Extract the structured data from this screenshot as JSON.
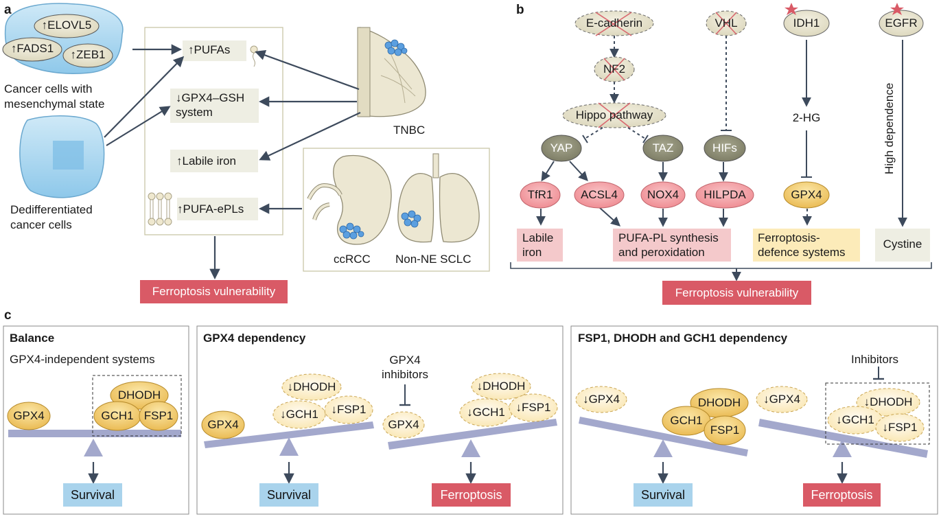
{
  "panels": {
    "a": "a",
    "b": "b",
    "c": "c"
  },
  "panel_a": {
    "mesenchymal_genes": [
      "↑ELOVL5",
      "↑FADS1",
      "↑ZEB1"
    ],
    "mesenchymal_label": [
      "Cancer cells with",
      "mesenchymal state"
    ],
    "dediff_label": [
      "Dedifferentiated",
      "cancer cells"
    ],
    "features": {
      "pufas": "↑PUFAs",
      "gpx4_gsh": [
        "↓GPX4–GSH",
        "system"
      ],
      "labile_iron": "↑Labile iron",
      "pufa_epls": "↑PUFA-ePLs"
    },
    "tnbc": "TNBC",
    "ccrcc": "ccRCC",
    "sclc": "Non-NE SCLC",
    "outcome": "Ferroptosis vulnerability"
  },
  "panel_b": {
    "ecadherin": "E-cadherin",
    "nf2": "NF2",
    "hippo": "Hippo pathway",
    "vhl": "VHL",
    "idh1": "IDH1",
    "egfr": "EGFR",
    "yap": "YAP",
    "taz": "TAZ",
    "hifs": "HIFs",
    "hg2": "2-HG",
    "high_dependence": "High dependence",
    "tfr1": "TfR1",
    "acsl4": "ACSL4",
    "nox4": "NOX4",
    "hilpda": "HILPDA",
    "gpx4": "GPX4",
    "labile_iron": [
      "Labile",
      "iron"
    ],
    "pufa_pl": [
      "PUFA-PL synthesis",
      "and peroxidation"
    ],
    "defence": [
      "Ferroptosis-",
      "defence systems"
    ],
    "cystine": "Cystine",
    "outcome": "Ferroptosis vulnerability"
  },
  "panel_c": {
    "balance": {
      "title": "Balance",
      "subtitle": "GPX4-independent systems",
      "gpx4": "GPX4",
      "dhodh": "DHODH",
      "gch1": "GCH1",
      "fsp1": "FSP1",
      "outcome": "Survival"
    },
    "gpx4_dep": {
      "title": "GPX4 dependency",
      "gpx4": "GPX4",
      "dhodh": "↓DHODH",
      "gch1": "↓GCH1",
      "fsp1": "↓FSP1",
      "outcome1": "Survival",
      "inhibitors": [
        "GPX4",
        "inhibitors"
      ],
      "gpx4_inhibited": "GPX4",
      "dhodh2": "↓DHODH",
      "gch1_2": "↓GCH1",
      "fsp1_2": "↓FSP1",
      "outcome2": "Ferroptosis"
    },
    "fsp1_dep": {
      "title": "FSP1, DHODH and GCH1 dependency",
      "gpx4": "↓GPX4",
      "dhodh": "DHODH",
      "gch1": "GCH1",
      "fsp1": "FSP1",
      "outcome1": "Survival",
      "inhibitors": "Inhibitors",
      "gpx4_2": "↓GPX4",
      "dhodh2": "↓DHODH",
      "gch1_2": "↓GCH1",
      "fsp1_2": "↓FSP1",
      "outcome2": "Ferroptosis"
    }
  },
  "colors": {
    "arrow": "#3d4a5c",
    "red_box": "#d95a66",
    "blue_box": "#a9d3ec",
    "beam": "#a3a8cc",
    "ellipse_solid": "#f2cf7a",
    "ellipse_light": "#fdf0c9",
    "gray_node": "#8a8a73",
    "pink_node": "#f19aa0"
  }
}
